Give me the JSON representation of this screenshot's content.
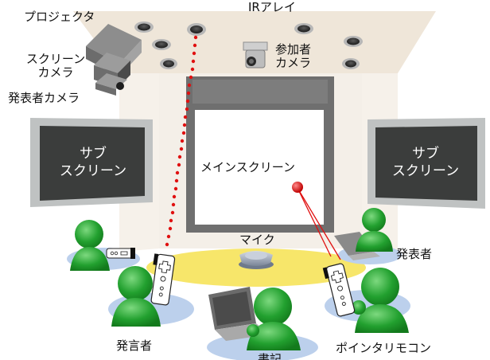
{
  "labels": {
    "ir_array": "IRアレイ",
    "projector": "プロジェクタ",
    "screen_camera": [
      "スクリーン",
      "カメラ"
    ],
    "presenter_camera": "発表者カメラ",
    "participant_camera": [
      "参加者",
      "カメラ"
    ],
    "main_screen": "メインスクリーン",
    "sub_screen_left": [
      "サブ",
      "スクリーン"
    ],
    "sub_screen_right": [
      "サブ",
      "スクリーン"
    ],
    "microphone": "マイク",
    "presenter": "発表者",
    "speaker": "発言者",
    "scribe": "書記",
    "pointer_remote": "ポインタリモコン"
  },
  "colors": {
    "ceiling": "#efe6d9",
    "wall": "#f4efe8",
    "sub_screen": "#3b3d3c",
    "person_green": "#1f9d2c",
    "table_yellow": "#f7e66a",
    "floor_blue": "#bcd0ec",
    "laser_red": "#dd1111"
  }
}
